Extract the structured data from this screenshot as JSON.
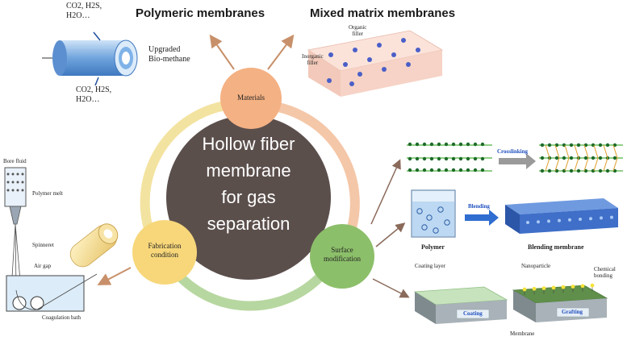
{
  "center": {
    "title_lines": [
      "Hollow fiber",
      "membrane",
      "for gas",
      "separation"
    ]
  },
  "nodes": {
    "materials": "Materials",
    "fabrication_lines": [
      "Fabrication",
      "condition"
    ],
    "surface_lines": [
      "Surface",
      "modification"
    ]
  },
  "headings": {
    "polymeric": "Polymeric membranes",
    "mixed_matrix": "Mixed matrix membranes"
  },
  "hollow_fiber": {
    "gas_top": [
      "CO2, H2S,",
      "H2O…"
    ],
    "gas_bottom": [
      "CO2, H2S,",
      "H2O…"
    ],
    "product": [
      "Upgraded",
      "Bio-methane"
    ]
  },
  "mixed_matrix": {
    "organic_filler": [
      "Organic",
      "filler"
    ],
    "inorganic_filler": [
      "Inorganic",
      "filler"
    ]
  },
  "fabrication": {
    "bore_fluid": "Bore fluid",
    "polymer_melt": "Polymer melt",
    "spinneret": "Spinneret",
    "air_gap": "Air gap",
    "coagulation_bath": "Coagulation bath"
  },
  "surface": {
    "crosslinking": "Crosslinking",
    "blending": "Blending",
    "polymer": "Polymer",
    "blending_membrane": "Blending membrane",
    "coating_layer": "Coating layer",
    "nanoparticle": "Nanoparticle",
    "chemical_bonding": [
      "Chemical",
      "bonding"
    ],
    "coating": "Coating",
    "grafting": "Grafting",
    "membrane": "Membrane"
  },
  "colors": {
    "center_fill": "#5b4f4c",
    "materials_fill": "#f4b183",
    "fabrication_fill": "#f7d77a",
    "surface_fill": "#8cbf6a",
    "ring_top_right": "#f4c7a8",
    "ring_left": "#f3e3a0",
    "ring_bottom": "#b7d7a0",
    "arrow": "#c8906a",
    "bead": "#1e6b2a",
    "fiber_cyan": "#7fb3e8",
    "block_blue": "#3f6fc8",
    "slab_green": "#bcdcb4",
    "mmm_slab": "#f8d9cf",
    "mmm_dot": "#4a5fc8",
    "nanoparticle": "#f6e23a"
  }
}
